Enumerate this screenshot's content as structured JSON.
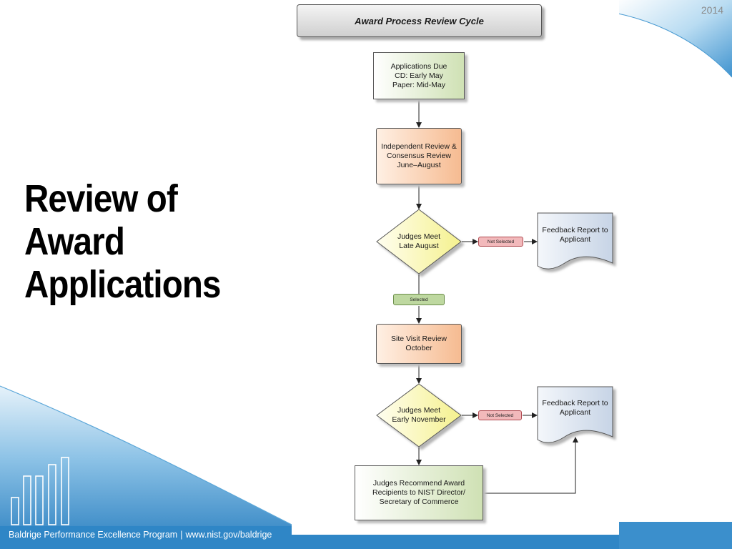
{
  "slide": {
    "title_lines": [
      "Review of",
      "Award",
      "Applications"
    ],
    "year": "2014",
    "footer": {
      "program": "Baldrige Performance Excellence Program",
      "separator": "|",
      "url": "www.nist.gov/baldrige"
    }
  },
  "diagram": {
    "title": "Award Process Review Cycle",
    "applications_due": [
      "Applications Due",
      "CD:  Early May",
      "Paper:  Mid-May"
    ],
    "independent_review": [
      "Independent Review &",
      "Consensus Review",
      "June–August"
    ],
    "judges_meet_august": [
      "Judges Meet",
      "Late August"
    ],
    "not_selected_1": "Not Selected",
    "feedback_report_1": [
      "Feedback Report to",
      "Applicant"
    ],
    "selected": "Selected",
    "site_visit": [
      "Site Visit Review",
      "October"
    ],
    "judges_meet_november": [
      "Judges Meet",
      "Early November"
    ],
    "not_selected_2": "Not Selected",
    "feedback_report_2": [
      "Feedback Report to",
      "Applicant"
    ],
    "judges_recommend": [
      "Judges Recommend Award",
      "Recipients to NIST Director/",
      "Secretary of Commerce"
    ]
  },
  "colors": {
    "background_blue": "#2f86c6",
    "light_blue": "#a9d4ef",
    "process_green": "#cfe1b4",
    "process_orange": "#f6bb91",
    "decision_yellow": "#f5f18e",
    "document_blue": "#d5deea",
    "not_selected_red": "#f2b9bb",
    "selected_green": "#bed8a0"
  }
}
